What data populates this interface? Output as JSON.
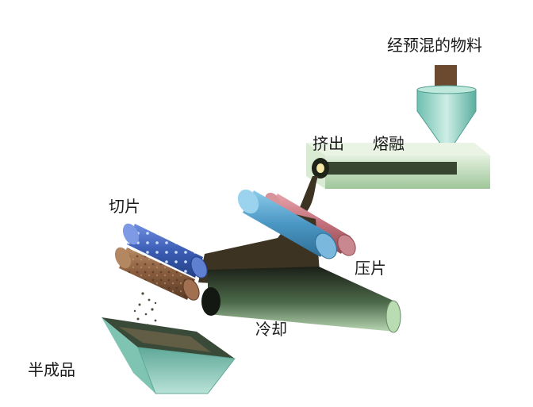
{
  "labels": {
    "premixed_material": "经预混的物料",
    "extrusion": "挤出",
    "melting": "熔融",
    "slicing": "切片",
    "sheet_pressing": "压片",
    "cooling": "冷却",
    "semi_finished": "半成品"
  },
  "colors": {
    "extruder_barrel": "#c9e2c1",
    "hopper": "#9fd6c8",
    "feed_material": "#6b4a30",
    "melt": "#3d3322",
    "press_roller_blue": "#5aa5cf",
    "press_roller_pink": "#cf7f88",
    "cutter_roller_blue": "#3d5fb5",
    "cutter_roller_brown": "#8a6040",
    "cooling_belt": "#6a8a6a",
    "collector_bin": "#8ac9b8"
  }
}
